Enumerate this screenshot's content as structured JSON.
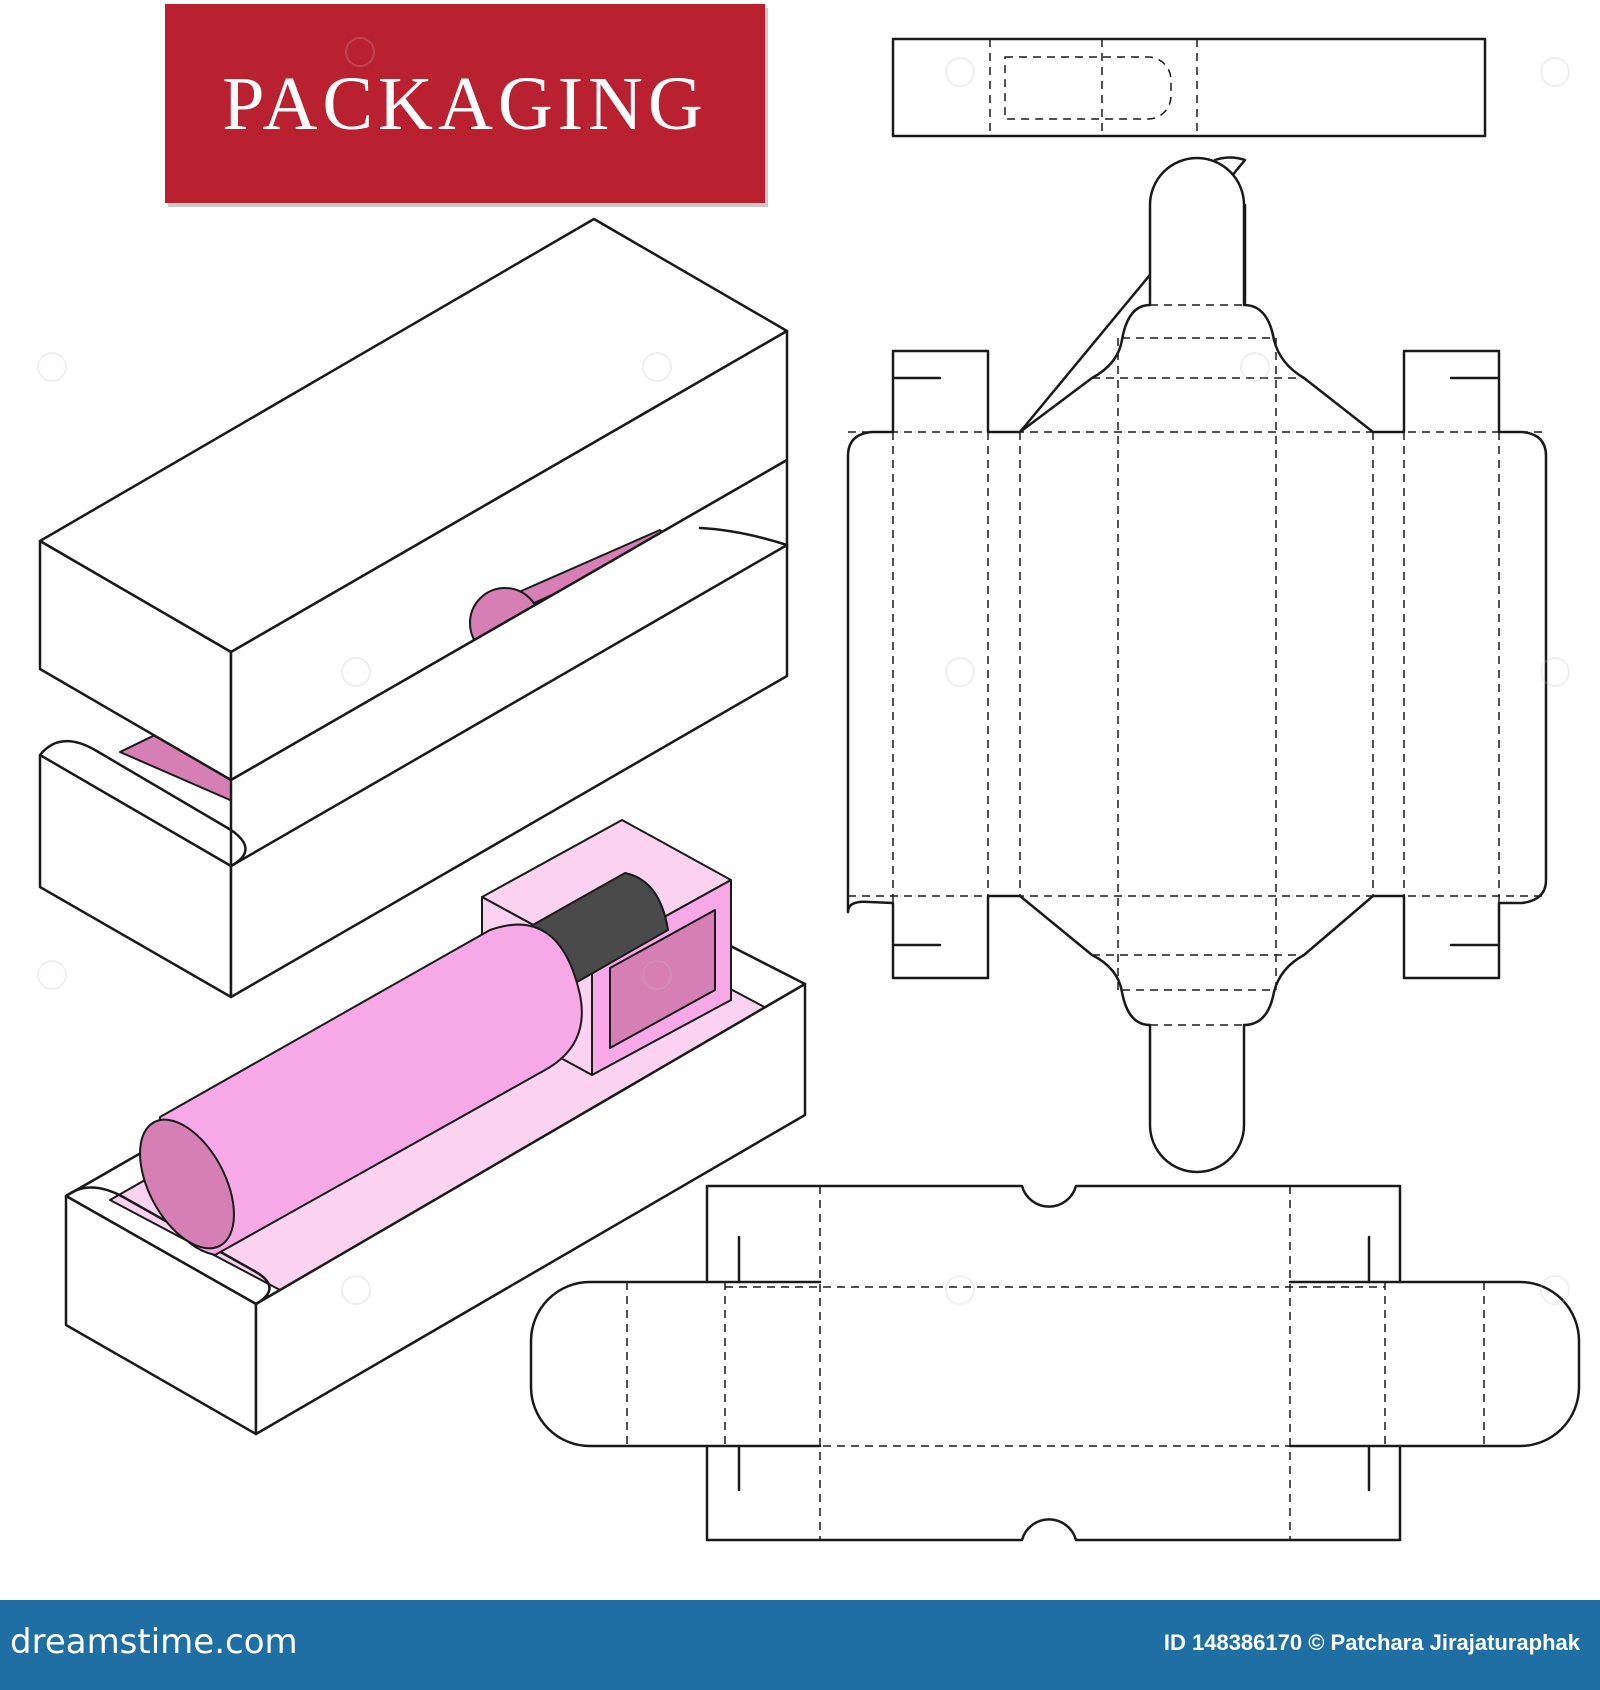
{
  "banner": {
    "title": "PACKAGING"
  },
  "colors": {
    "banner": "#b92131",
    "pink_light": "#f6a9e6",
    "pink_mid": "#fbd2ef",
    "pink_dark": "#d67fb4",
    "bottle_cap": "#4a4a4a",
    "outline": "#1a1a1a",
    "footer": "#1f6fa4"
  },
  "footer": {
    "logo": "dreamstime.com",
    "credit": "ID 148386170 © Patchara Jirajaturaphak"
  }
}
